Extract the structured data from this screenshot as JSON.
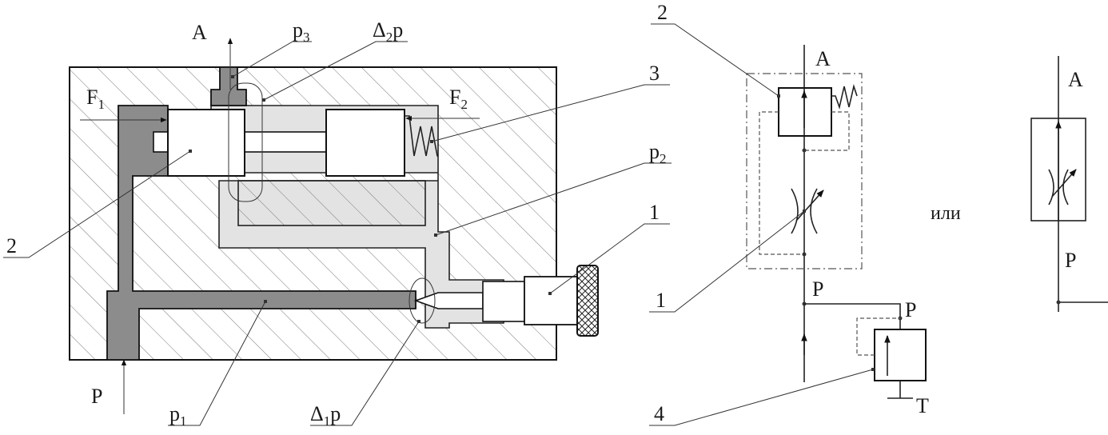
{
  "section": {
    "port_a": "A",
    "port_p": "P",
    "force_1": {
      "base": "F",
      "sub": "1"
    },
    "force_2": {
      "base": "F",
      "sub": "2"
    },
    "pressure_1": {
      "base": "p",
      "sub": "1"
    },
    "pressure_2": {
      "base": "p",
      "sub": "2"
    },
    "pressure_3": {
      "base": "p",
      "sub": "3"
    },
    "delta_1": {
      "base": "Δ",
      "sub": "1",
      "tail": "p"
    },
    "delta_2": {
      "base": "Δ",
      "sub": "2",
      "tail": "p"
    },
    "callout_2": "2",
    "callout_3": "3",
    "callout_1": "1"
  },
  "schematic": {
    "callout_2": "2",
    "callout_1": "1",
    "callout_4": "4",
    "port_a": "A",
    "port_p": "P",
    "relief_p": "P",
    "relief_t": "T"
  },
  "separator_word": "или",
  "simplified": {
    "port_a": "A",
    "port_p": "P"
  },
  "colors": {
    "dark_channel": "#8c8c8c",
    "light_channel": "#e3e3e3",
    "hatch": "#7a7a7a",
    "line": "#222222"
  }
}
